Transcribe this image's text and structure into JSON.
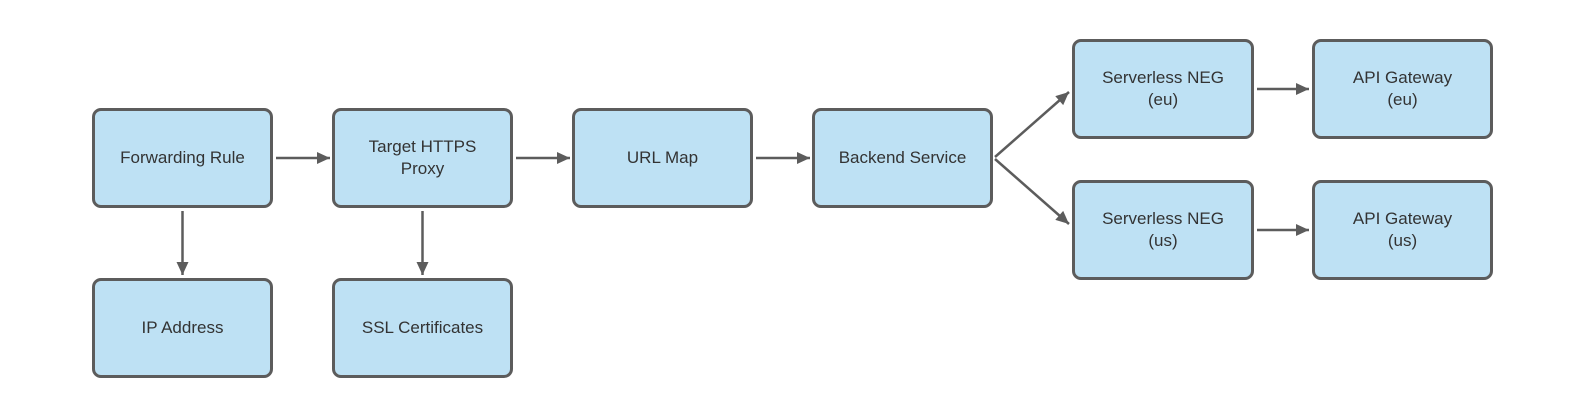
{
  "diagram": {
    "colors": {
      "background": "#ffffff",
      "node_fill": "#bee1f4",
      "node_border": "#5c5c5c",
      "connector": "#5c5c5c",
      "label_text": "#333333"
    },
    "nodes": {
      "forwarding_rule": {
        "label": "Forwarding Rule"
      },
      "target_https_proxy": {
        "label": [
          "Target HTTPS",
          "Proxy"
        ]
      },
      "url_map": {
        "label": "URL Map"
      },
      "backend_service": {
        "label": "Backend Service"
      },
      "serverless_neg_eu": {
        "label": [
          "Serverless NEG",
          "(eu)"
        ]
      },
      "api_gateway_eu": {
        "label": [
          "API Gateway",
          "(eu)"
        ]
      },
      "serverless_neg_us": {
        "label": [
          "Serverless NEG",
          "(us)"
        ]
      },
      "api_gateway_us": {
        "label": [
          "API Gateway",
          "(us)"
        ]
      },
      "ip_address": {
        "label": "IP Address"
      },
      "ssl_certificates": {
        "label": "SSL Certificates"
      }
    },
    "edges": [
      {
        "from": "forwarding_rule",
        "to": "target_https_proxy"
      },
      {
        "from": "target_https_proxy",
        "to": "url_map"
      },
      {
        "from": "url_map",
        "to": "backend_service"
      },
      {
        "from": "backend_service",
        "to": "serverless_neg_eu"
      },
      {
        "from": "backend_service",
        "to": "serverless_neg_us"
      },
      {
        "from": "serverless_neg_eu",
        "to": "api_gateway_eu"
      },
      {
        "from": "serverless_neg_us",
        "to": "api_gateway_us"
      },
      {
        "from": "forwarding_rule",
        "to": "ip_address"
      },
      {
        "from": "target_https_proxy",
        "to": "ssl_certificates"
      }
    ]
  }
}
